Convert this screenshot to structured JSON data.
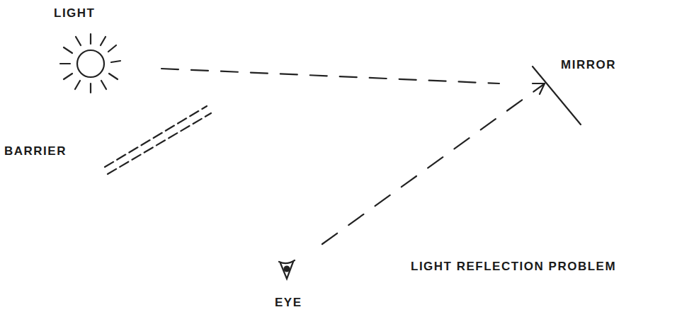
{
  "diagram": {
    "caption": "LIGHT REFLECTION PROBLEM",
    "labels": [
      "LIGHT",
      "BARRIER",
      "MIRROR",
      "EYE"
    ]
  }
}
